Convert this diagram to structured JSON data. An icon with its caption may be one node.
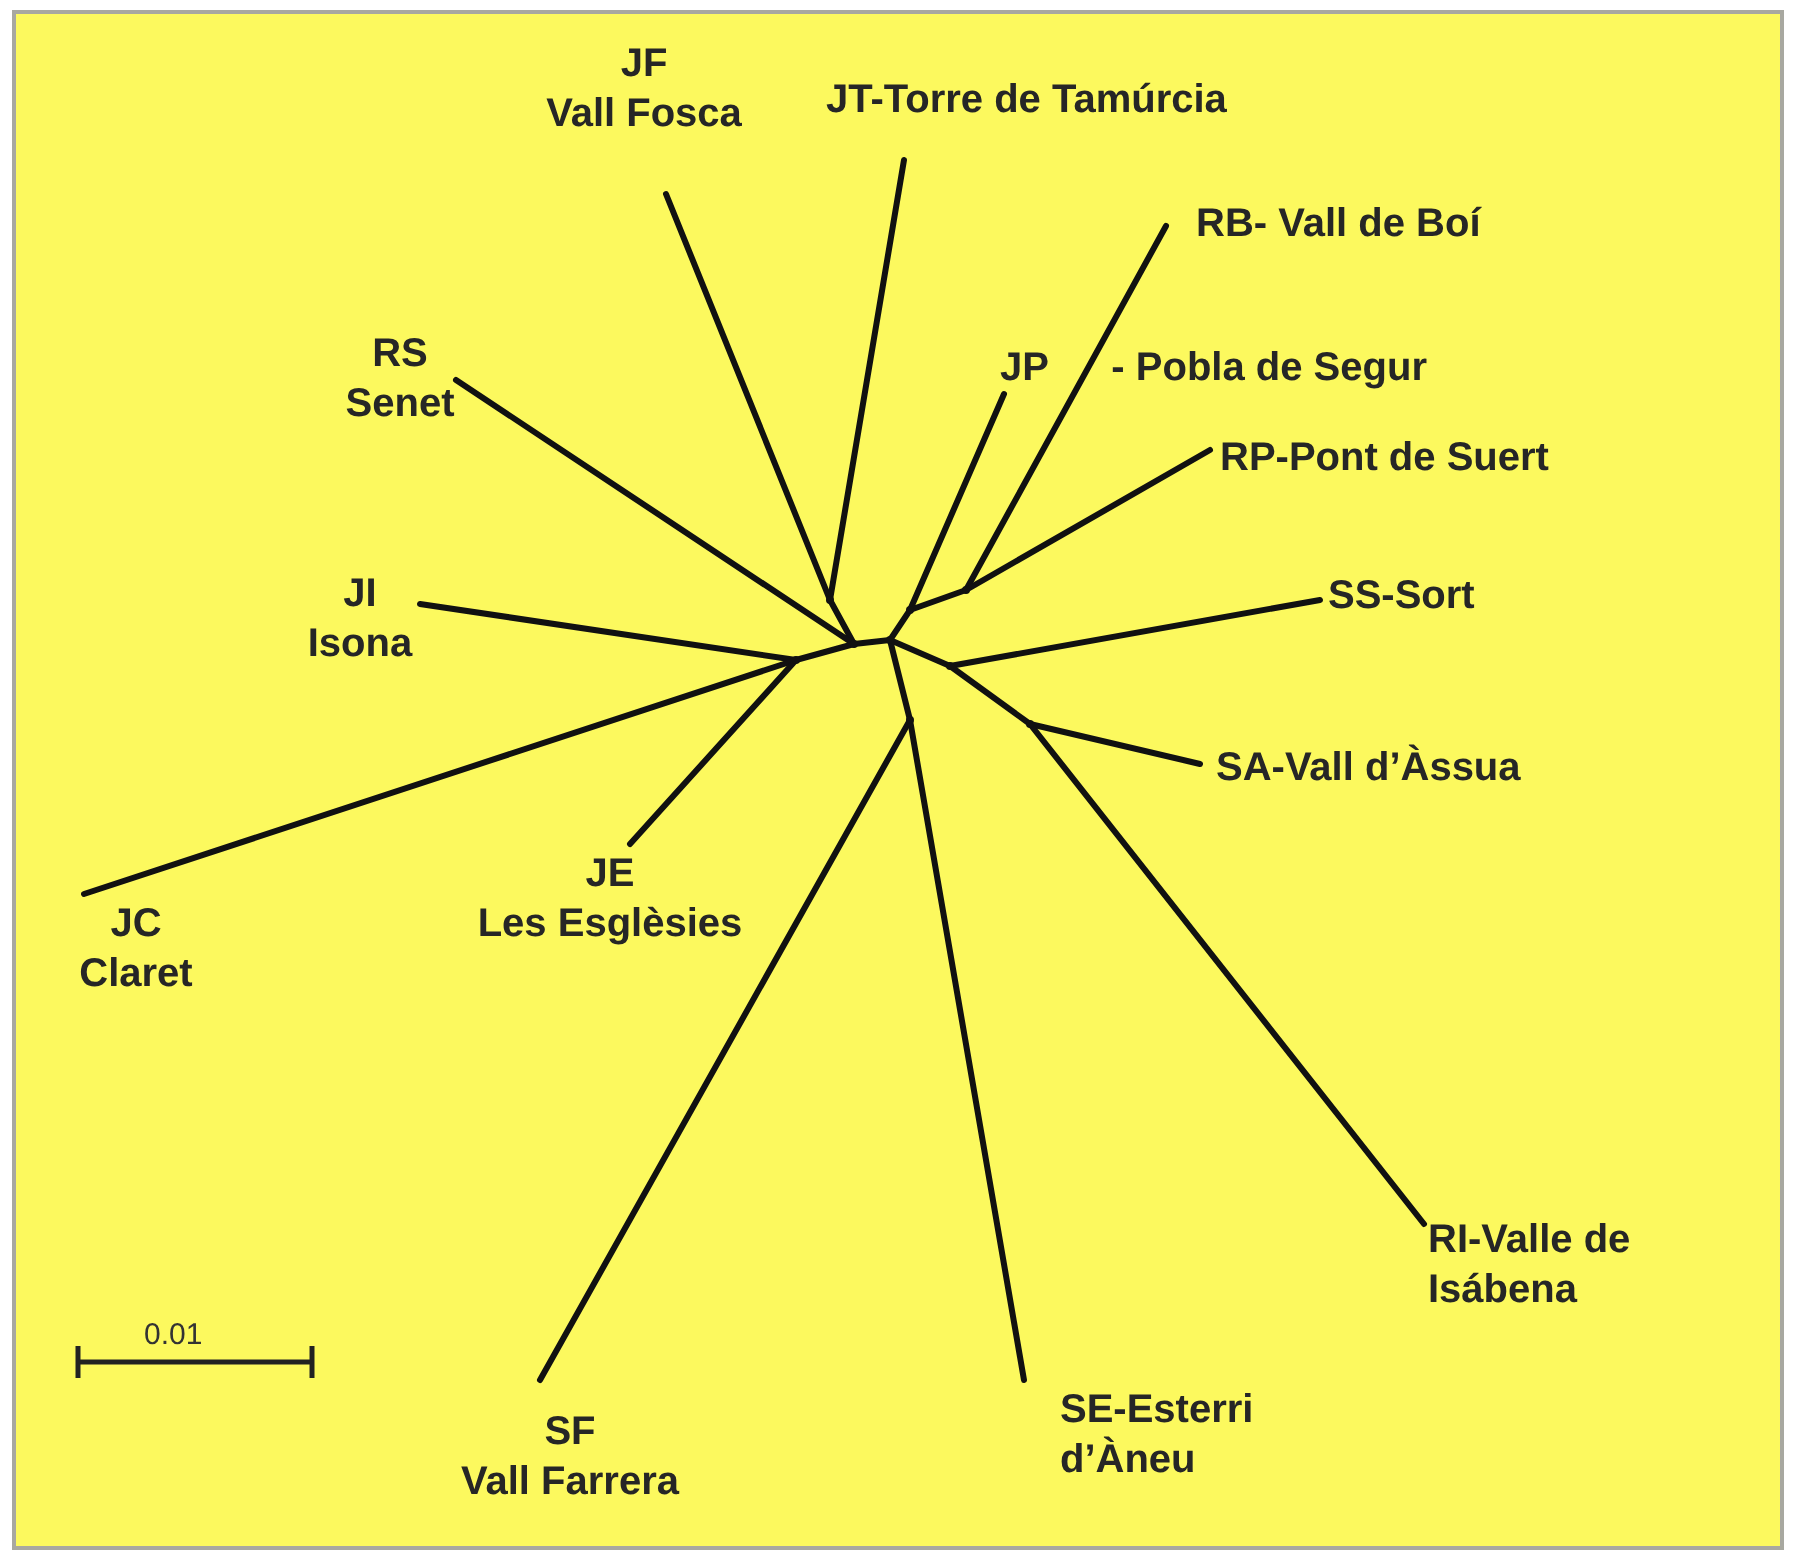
{
  "diagram": {
    "nodes": [
      {
        "text": [
          "JF Vall Fosca"
        ]
      },
      {
        "text": [
          "JT-Torre de Tamúrcia"
        ]
      },
      {
        "text": [
          "RB- Vall de Boí"
        ]
      },
      {
        "text": [
          "RS Senet"
        ]
      },
      {
        "text": [
          "JP - Pobla de Segur"
        ]
      },
      {
        "text": [
          "RP-Pont de Suert"
        ]
      },
      {
        "text": [
          "JI Isona"
        ]
      },
      {
        "text": [
          "SS-Sort"
        ]
      },
      {
        "text": [
          "SA-Vall d’Àssua"
        ]
      },
      {
        "text": [
          "JE Les Esglèsies"
        ]
      },
      {
        "text": [
          "JC Claret"
        ]
      },
      {
        "text": [
          "RI-Valle de Isábena"
        ]
      },
      {
        "text": [
          "SF Vall Farrera"
        ]
      },
      {
        "text": [
          "SE-Esterri d’Àneu"
        ]
      },
      {
        "text": [],
        "shape": "dot"
      },
      {
        "text": [],
        "shape": "dot"
      },
      {
        "text": [],
        "shape": "dot"
      },
      {
        "text": [],
        "shape": "dot"
      },
      {
        "text": [],
        "shape": "dot"
      },
      {
        "text": [],
        "shape": "dot"
      },
      {
        "text": [],
        "shape": "dot"
      },
      {
        "text": [],
        "shape": "dot"
      },
      {
        "text": [],
        "shape": "dot"
      }
    ],
    "edges": [
      {
        "from": 14,
        "to": 15,
        "arrow": "none"
      },
      {
        "from": 14,
        "to": 16,
        "arrow": "none"
      },
      {
        "from": 16,
        "to": 0,
        "arrow": "none"
      },
      {
        "from": 16,
        "to": 1,
        "arrow": "none"
      },
      {
        "from": 14,
        "to": 3,
        "arrow": "none"
      },
      {
        "from": 14,
        "to": 17,
        "arrow": "none"
      },
      {
        "from": 17,
        "to": 6,
        "arrow": "none"
      },
      {
        "from": 17,
        "to": 10,
        "arrow": "none"
      },
      {
        "from": 17,
        "to": 9,
        "arrow": "none"
      },
      {
        "from": 15,
        "to": 18,
        "arrow": "none"
      },
      {
        "from": 18,
        "to": 4,
        "arrow": "none"
      },
      {
        "from": 18,
        "to": 19,
        "arrow": "none"
      },
      {
        "from": 19,
        "to": 2,
        "arrow": "none"
      },
      {
        "from": 19,
        "to": 5,
        "arrow": "none"
      },
      {
        "from": 15,
        "to": 20,
        "arrow": "none"
      },
      {
        "from": 20,
        "to": 7,
        "arrow": "none"
      },
      {
        "from": 20,
        "to": 21,
        "arrow": "none"
      },
      {
        "from": 21,
        "to": 8,
        "arrow": "none"
      },
      {
        "from": 21,
        "to": 11,
        "arrow": "none"
      },
      {
        "from": 15,
        "to": 22,
        "arrow": "none"
      },
      {
        "from": 22,
        "to": 12,
        "arrow": "none"
      },
      {
        "from": 22,
        "to": 13,
        "arrow": "none"
      }
    ],
    "labels": [
      "0.01"
    ]
  }
}
